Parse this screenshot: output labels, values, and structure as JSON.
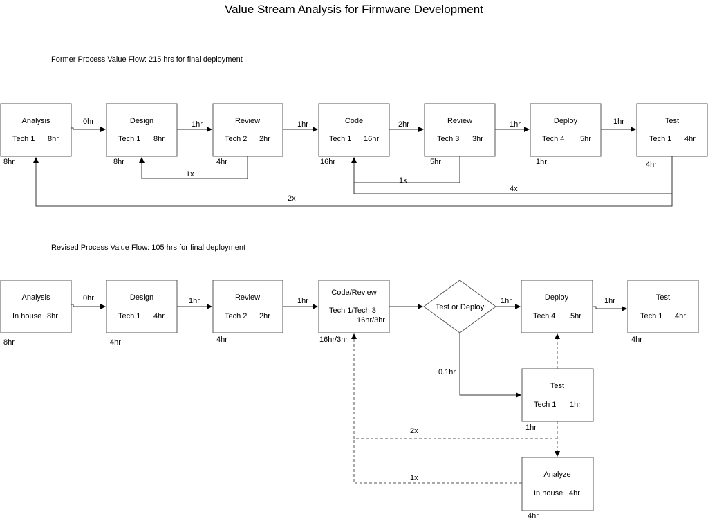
{
  "title": "Value Stream Analysis for Firmware Development",
  "former": {
    "heading": "Former Process Value Flow: 215 hrs for final deployment",
    "steps": [
      {
        "name": "Analysis",
        "who": "Tech 1",
        "dur": "8hr",
        "total": "8hr"
      },
      {
        "name": "Design",
        "who": "Tech 1",
        "dur": "8hr",
        "total": "8hr"
      },
      {
        "name": "Review",
        "who": "Tech 2",
        "dur": "2hr",
        "total": "4hr"
      },
      {
        "name": "Code",
        "who": "Tech 1",
        "dur": "16hr",
        "total": "16hr"
      },
      {
        "name": "Review",
        "who": "Tech 3",
        "dur": "3hr",
        "total": "5hr"
      },
      {
        "name": "Deploy",
        "who": "Tech 4",
        "dur": ".5hr",
        "total": "1hr"
      },
      {
        "name": "Test",
        "who": "Tech 1",
        "dur": "4hr",
        "total": "4hr"
      }
    ],
    "waits": [
      "0hr",
      "1hr",
      "1hr",
      "2hr",
      "1hr",
      "1hr"
    ],
    "loops": {
      "review_to_design": "1x",
      "review_to_code": "1x",
      "test_to_code": "4x",
      "test_to_analysis": "2x"
    }
  },
  "revised": {
    "heading": "Revised Process Value Flow: 105 hrs for final deployment",
    "analysis": {
      "name": "Analysis",
      "who": "In house",
      "dur": "8hr",
      "total": "8hr"
    },
    "design": {
      "name": "Design",
      "who": "Tech 1",
      "dur": "4hr",
      "total": "4hr"
    },
    "review": {
      "name": "Review",
      "who": "Tech 2",
      "dur": "2hr",
      "total": "4hr"
    },
    "code_review": {
      "name": "Code/Review",
      "who": "Tech 1/Tech 3",
      "dur": "16hr/3hr",
      "total": "16hr/3hr"
    },
    "decision": {
      "name": "Test or Deploy"
    },
    "deploy": {
      "name": "Deploy",
      "who": "Tech 4",
      "dur": ".5hr"
    },
    "test_final": {
      "name": "Test",
      "who": "Tech 1",
      "dur": "4hr",
      "total": "4hr"
    },
    "test_mid": {
      "name": "Test",
      "who": "Tech 1",
      "dur": "1hr",
      "total": "1hr"
    },
    "analyze": {
      "name": "Analyze",
      "who": "In house",
      "dur": "4hr",
      "total": "4hr"
    },
    "waits": {
      "analysis_design": "0hr",
      "design_review": "1hr",
      "review_code": "1hr",
      "decision_deploy": "1hr",
      "deploy_test": "1hr",
      "decision_test": "0.1hr"
    },
    "loops": {
      "test_to_code": "2x",
      "analyze_to_code": "1x"
    }
  }
}
